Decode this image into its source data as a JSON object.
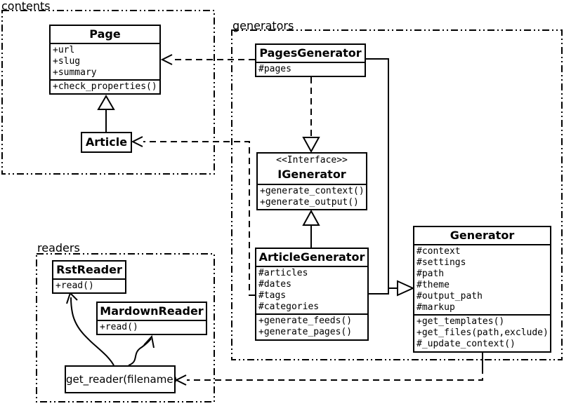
{
  "packages": {
    "contents": {
      "label": "contents"
    },
    "generators": {
      "label": "generators"
    },
    "readers": {
      "label": "readers"
    }
  },
  "classes": {
    "page": {
      "name": "Page",
      "attributes": [
        "+url",
        "+slug",
        "+summary"
      ],
      "methods": [
        "+check_properties()"
      ]
    },
    "article": {
      "name": "Article"
    },
    "pages_generator": {
      "name": "PagesGenerator",
      "attributes": [
        "#pages"
      ]
    },
    "igenerator": {
      "stereotype": "<<Interface>>",
      "name": "IGenerator",
      "methods": [
        "+generate_context()",
        "+generate_output()"
      ]
    },
    "article_generator": {
      "name": "ArticleGenerator",
      "attributes": [
        "#articles",
        "#dates",
        "#tags",
        "#categories"
      ],
      "methods": [
        "+generate_feeds()",
        "+generate_pages()"
      ]
    },
    "generator": {
      "name": "Generator",
      "attributes": [
        "#context",
        "#settings",
        "#path",
        "#theme",
        "#output_path",
        "#markup"
      ],
      "methods": [
        "+get_templates()",
        "+get_files(path,exclude)",
        "#_update_context()"
      ]
    },
    "rst_reader": {
      "name": "RstReader",
      "methods": [
        "+read()"
      ]
    },
    "mardown_reader": {
      "name": "MardownReader",
      "methods": [
        "+read()"
      ]
    },
    "get_reader": {
      "name": "get_reader(filename)"
    }
  },
  "relationships": [
    {
      "type": "inheritance",
      "from": "Article",
      "to": "Page"
    },
    {
      "type": "dependency",
      "from": "PagesGenerator",
      "to": "Page"
    },
    {
      "type": "dependency",
      "from": "ArticleGenerator",
      "to": "Article"
    },
    {
      "type": "realization",
      "from": "PagesGenerator",
      "to": "IGenerator"
    },
    {
      "type": "inheritance",
      "from": "ArticleGenerator",
      "to": "IGenerator"
    },
    {
      "type": "inheritance",
      "from": "PagesGenerator",
      "to": "Generator"
    },
    {
      "type": "inheritance",
      "from": "ArticleGenerator",
      "to": "Generator"
    },
    {
      "type": "dependency",
      "from": "Generator",
      "to": "get_reader(filename)"
    },
    {
      "type": "dependency",
      "from": "get_reader(filename)",
      "to": "RstReader"
    },
    {
      "type": "dependency",
      "from": "get_reader(filename)",
      "to": "MardownReader"
    }
  ],
  "colors": {
    "line": "#000000",
    "background": "#ffffff",
    "box_fill": "#ffffff"
  }
}
